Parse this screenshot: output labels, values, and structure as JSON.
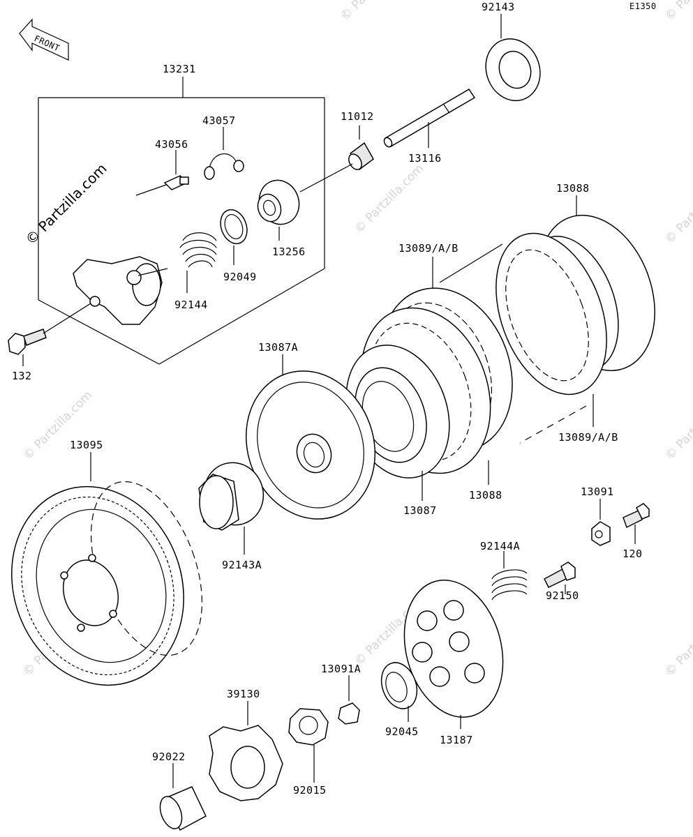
{
  "diagram_code": "E1350",
  "front_label": "FRONT",
  "watermark_main": "© Partzilla.com",
  "watermark_faint": "© Partzilla.com",
  "parts": {
    "p92143": "92143",
    "p13231": "13231",
    "p43057": "43057",
    "p43056": "43056",
    "p11012": "11012",
    "p13116": "13116",
    "p13088_top": "13088",
    "p13256": "13256",
    "p92049": "92049",
    "p92144": "92144",
    "p13089_top": "13089/A/B",
    "p132": "132",
    "p13087A": "13087A",
    "p13095": "13095",
    "p13089_bottom": "13089/A/B",
    "p92143A": "92143A",
    "p13087": "13087",
    "p13088_bottom": "13088",
    "p13091": "13091",
    "p120": "120",
    "p92144A": "92144A",
    "p92150": "92150",
    "p13091A": "13091A",
    "p39130": "39130",
    "p92045": "92045",
    "p13187": "13187",
    "p92022": "92022",
    "p92015": "92015"
  }
}
